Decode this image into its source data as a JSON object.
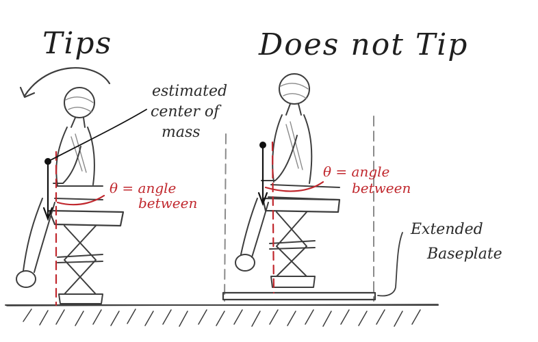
{
  "left_panel": {
    "title": "Tips",
    "annotation": [
      "estimated",
      "center of",
      "mass"
    ],
    "angle_label": [
      "θ = angle",
      "between"
    ]
  },
  "right_panel": {
    "title": "Does not Tip",
    "angle_label": [
      "θ = angle",
      "between"
    ],
    "baseplate_label": [
      "Extended",
      "Baseplate"
    ]
  },
  "colors": {
    "pencil": "#3d3d3d",
    "red_ink": "#c0262c",
    "black_ink": "#111111"
  }
}
